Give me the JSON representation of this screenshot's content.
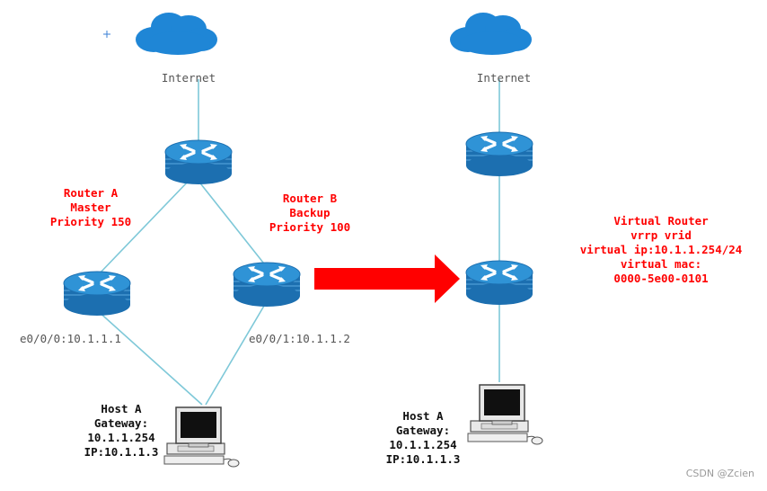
{
  "left": {
    "internet_label": "Internet",
    "router_a": {
      "line1": "Router A",
      "line2": "Master",
      "line3": "Priority 150",
      "iface": "e0/0/0:10.1.1.1"
    },
    "router_b": {
      "line1": "Router B",
      "line2": "Backup",
      "line3": "Priority 100",
      "iface": "e0/0/1:10.1.1.2"
    },
    "host": {
      "line1": "Host A",
      "line2": "Gateway:",
      "line3": "10.1.1.254",
      "line4": "IP:10.1.1.3"
    }
  },
  "right": {
    "internet_label": "Internet",
    "virtual_router": {
      "line1": "Virtual Router",
      "line2": "vrrp vrid",
      "line3": "virtual ip:10.1.1.254/24",
      "line4": "virtual mac:",
      "line5": "0000-5e00-0101"
    },
    "host": {
      "line1": "Host A",
      "line2": "Gateway:",
      "line3": "10.1.1.254",
      "line4": "IP:10.1.1.3"
    }
  },
  "watermark": "CSDN @Zcien",
  "colors": {
    "link": "#7ec8d8",
    "router_top": "#2a8fd0",
    "router_body": "#1c6fb0",
    "cloud": "#1f86d6",
    "arrow": "#ff0000",
    "label_red": "#ff0000"
  }
}
